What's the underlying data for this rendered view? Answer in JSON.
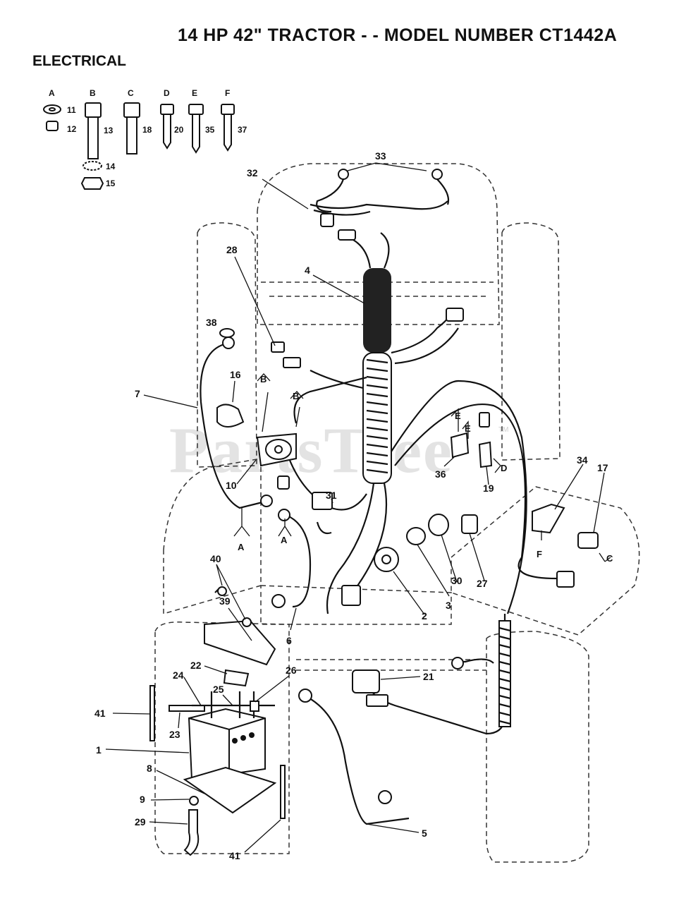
{
  "title": "14 HP 42\" TRACTOR - - MODEL NUMBER CT1442A",
  "section": "ELECTRICAL",
  "watermark": "PartsTree",
  "watermark_tm": "TM",
  "hardware_key": [
    {
      "letter": "A",
      "parts": [
        "11",
        "12"
      ]
    },
    {
      "letter": "B",
      "parts": [
        "13",
        "14",
        "15"
      ]
    },
    {
      "letter": "C",
      "parts": [
        "18"
      ]
    },
    {
      "letter": "D",
      "parts": [
        "20"
      ]
    },
    {
      "letter": "E",
      "parts": [
        "35"
      ]
    },
    {
      "letter": "F",
      "parts": [
        "37"
      ]
    }
  ],
  "callouts": [
    "1",
    "2",
    "3",
    "4",
    "5",
    "6",
    "7",
    "8",
    "9",
    "10",
    "16",
    "17",
    "19",
    "21",
    "22",
    "23",
    "24",
    "25",
    "26",
    "27",
    "28",
    "29",
    "30",
    "31",
    "32",
    "33",
    "34",
    "36",
    "38",
    "39",
    "40",
    "41",
    "41"
  ],
  "hardware_refs": [
    "A",
    "A",
    "B",
    "B",
    "C",
    "D",
    "E",
    "E",
    "F"
  ]
}
